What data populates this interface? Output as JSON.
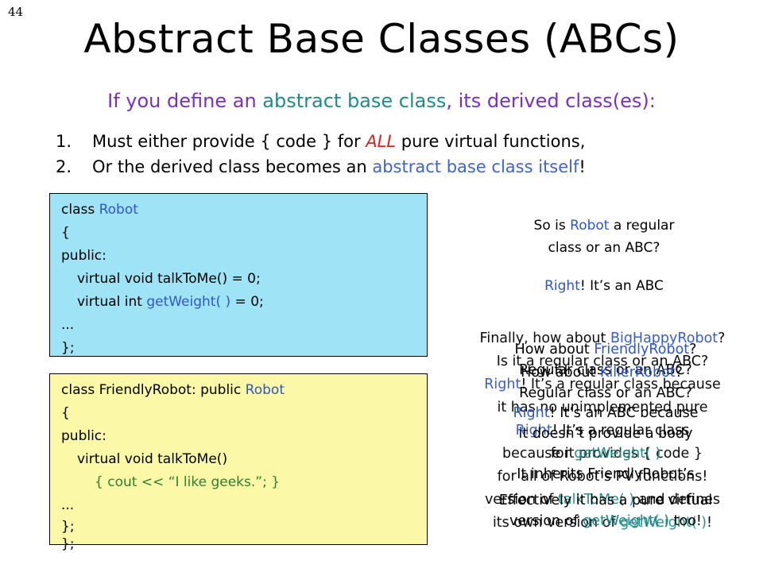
{
  "slide_number": "44",
  "title": "Abstract Base Classes (ABCs)",
  "subtitle": {
    "part1": "If you define an ",
    "part2": "abstract base class",
    "part3": ", its derived class(es):"
  },
  "rules": [
    {
      "num": "1.",
      "pre": "Must either provide { code } for ",
      "em": "ALL",
      "post": " pure virtual functions,"
    },
    {
      "num": "2.",
      "pre": "Or the derived class becomes an ",
      "em": "abstract base class itself",
      "post": "!"
    }
  ],
  "robot_code": {
    "l1a": "class ",
    "l1b": "Robot",
    "l2": "{",
    "l3": "public:",
    "l4": "virtual void talkToMe() = 0;",
    "l5a": "virtual int ",
    "l5b": "getWeight( )",
    "l5c": " = 0;",
    "l6": "...",
    "l7": "};"
  },
  "friendly_code": {
    "l1a": "class FriendlyRobot: public ",
    "l1b": "Robot",
    "l2": "{",
    "l3": "public:",
    "l4": "virtual void talkToMe()",
    "l5": "{ cout << “I like geeks.”; }",
    "l6": "...",
    "l7": "};",
    "l8": "};"
  },
  "question1": {
    "a": "So is ",
    "b": "Robot",
    "c": " a regular",
    "d": "class or an ABC?"
  },
  "answer1": {
    "a": "Right",
    "b": "! It’s an ABC"
  },
  "overlap_a": {
    "l1a": "Finally, how about ",
    "l1b": "BigHappyRobot",
    "l1c": "?",
    "l2": "Is it a regular class or an ABC?",
    "l3a": "Right",
    "l3b": "! It’s a regular class because",
    "l4": "it has no unimplemented pure",
    "l5a": "Right",
    "l5b": "! It’s a regular class",
    "l6": "because it provides { code }",
    "l7": "for all of Robot’s PV functions!",
    "l8a": "version of ",
    "l8b": "talkToMe( )",
    "l8c": " and defines",
    "l9a": "its own version of ",
    "l9b": "getWeight( )",
    "l9c": "!"
  },
  "overlap_b": {
    "l1a": "How about ",
    "l1b": "FriendlyRobot",
    "l1c": "?",
    "l2": "Regular class or an ABC?",
    "l2b1": "How about ",
    "l2b2": "KillerRobot",
    "l2b3": "?",
    "l3": "Regular class or an ABC?",
    "l4a": "Right",
    "l4b": "! It’s an ABC because",
    "l5": "it doesn’t provide a body",
    "l6a": "for ",
    "l6b": "getWeight( )",
    "l7": "It inherits FriendlyRobot’s",
    "l8": "Effectively it has a pure virtual",
    "l9a": "version of ",
    "l9b": "getWeight( )",
    "l9c": " too!"
  }
}
